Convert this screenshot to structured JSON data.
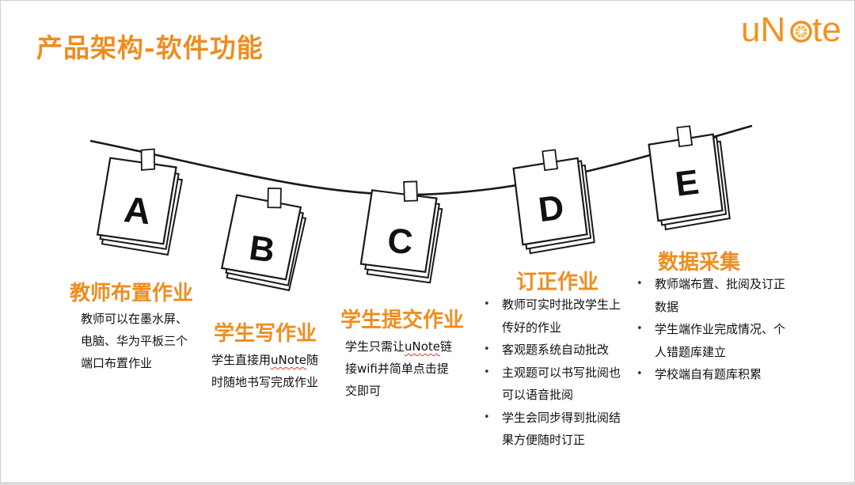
{
  "slide": {
    "title": "产品架构-软件功能",
    "logo_text": "uNote"
  },
  "notes": [
    {
      "letter": "A"
    },
    {
      "letter": "B"
    },
    {
      "letter": "C"
    },
    {
      "letter": "D"
    },
    {
      "letter": "E"
    }
  ],
  "sections": {
    "a": {
      "title": "教师布置作业",
      "lines": [
        "教师可以在墨水屏、",
        "电脑、华为平板三个",
        "端口布置作业"
      ]
    },
    "b": {
      "title": "学生写作业",
      "line1_pre": "学生直接用",
      "line1_brand": "uNote",
      "line1_post": "随",
      "line2": "时随地书写完成作业"
    },
    "c": {
      "title": "学生提交作业",
      "line1_pre": "学生只需让",
      "line1_brand": "uNote",
      "line1_post": "链",
      "line2": "接wifi并简单点击提",
      "line3": "交即可"
    },
    "d": {
      "title": "订正作业",
      "items": [
        "教师可实时批改学生上传好的作业",
        "客观题系统自动批改",
        "主观题可以书写批阅也可以语音批阅",
        "学生会同步得到批阅结果方便随时订正"
      ]
    },
    "e": {
      "title": "数据采集",
      "items": [
        "教师端布置、批阅及订正数据",
        "学生端作业完成情况、个人错题库建立",
        "学校端自有题库积累"
      ]
    }
  },
  "colors": {
    "accent": "#ee8d1f",
    "text": "#111111",
    "line": "#1a1a1a"
  }
}
